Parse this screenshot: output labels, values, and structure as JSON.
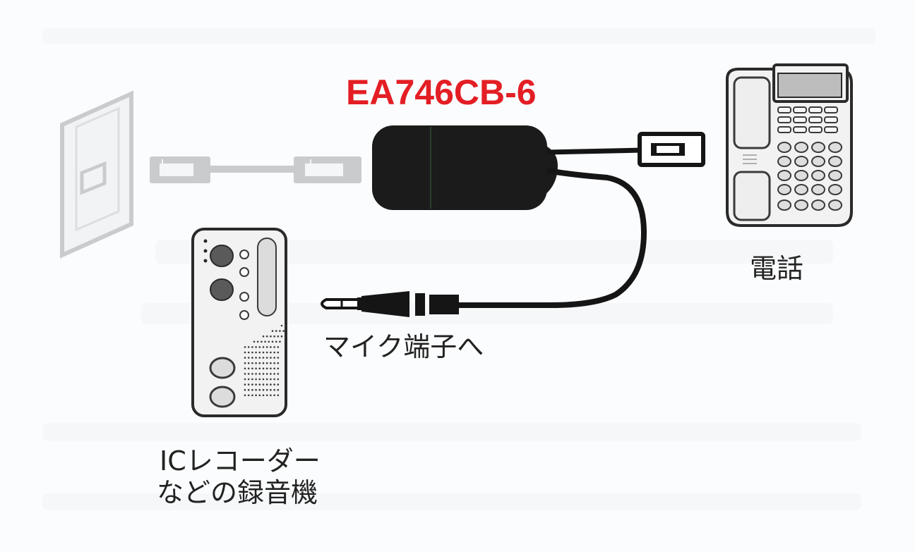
{
  "diagram": {
    "model_label": "EA746CB-6",
    "phone_label": "電話",
    "mic_label": "マイク端子へ",
    "recorder_label_line1": "ICレコーダー",
    "recorder_label_line2": "などの録音機"
  },
  "colors": {
    "model_label": "#e31e24",
    "adapter_body": "#1b1b1b",
    "cable": "#151515",
    "ghost_gray": "#c9cbcd",
    "outline": "#2a2a2a"
  }
}
